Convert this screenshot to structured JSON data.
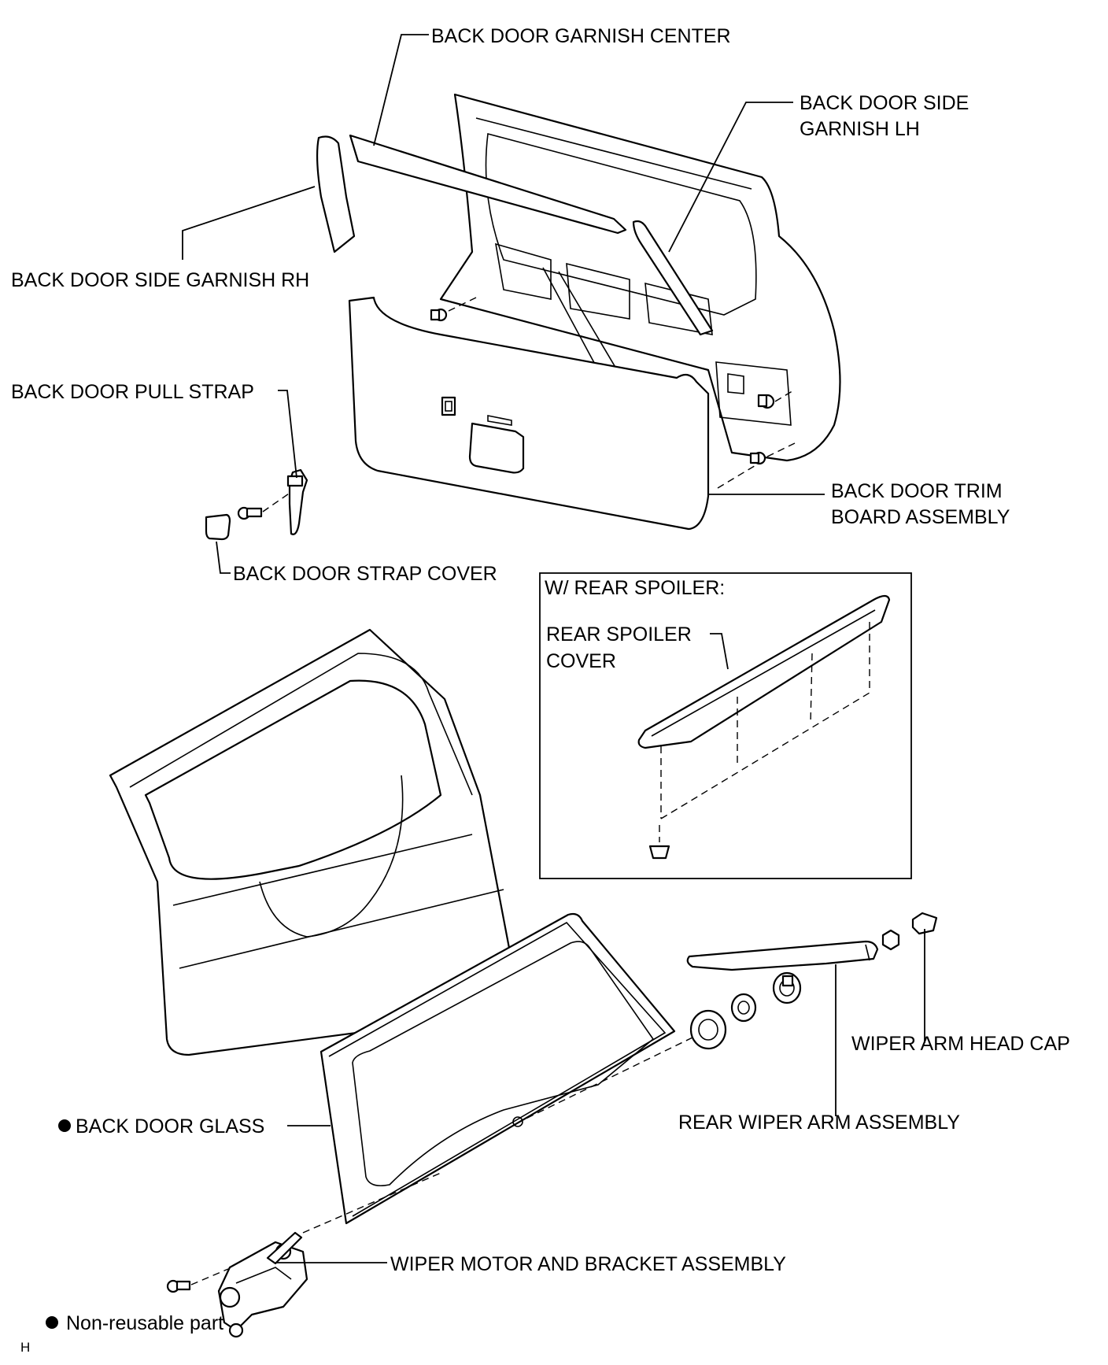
{
  "labels": {
    "garnish_center": "BACK DOOR GARNISH CENTER",
    "side_garnish_lh_line1": "BACK DOOR SIDE",
    "side_garnish_lh_line2": "GARNISH LH",
    "side_garnish_rh": "BACK DOOR SIDE GARNISH RH",
    "pull_strap": "BACK DOOR PULL STRAP",
    "trim_board_line1": "BACK DOOR TRIM",
    "trim_board_line2": "BOARD ASSEMBLY",
    "strap_cover": "BACK DOOR STRAP COVER",
    "spoiler_box_title": "W/ REAR SPOILER:",
    "spoiler_cover_line1": "REAR SPOILER",
    "spoiler_cover_line2": "COVER",
    "wiper_head_cap": "WIPER ARM HEAD CAP",
    "back_door_glass": "BACK DOOR GLASS",
    "rear_wiper_arm": "REAR WIPER ARM ASSEMBLY",
    "wiper_motor": "WIPER MOTOR AND BRACKET ASSEMBLY",
    "legend_non_reusable": "Non-reusable part",
    "corner_code": "H"
  }
}
